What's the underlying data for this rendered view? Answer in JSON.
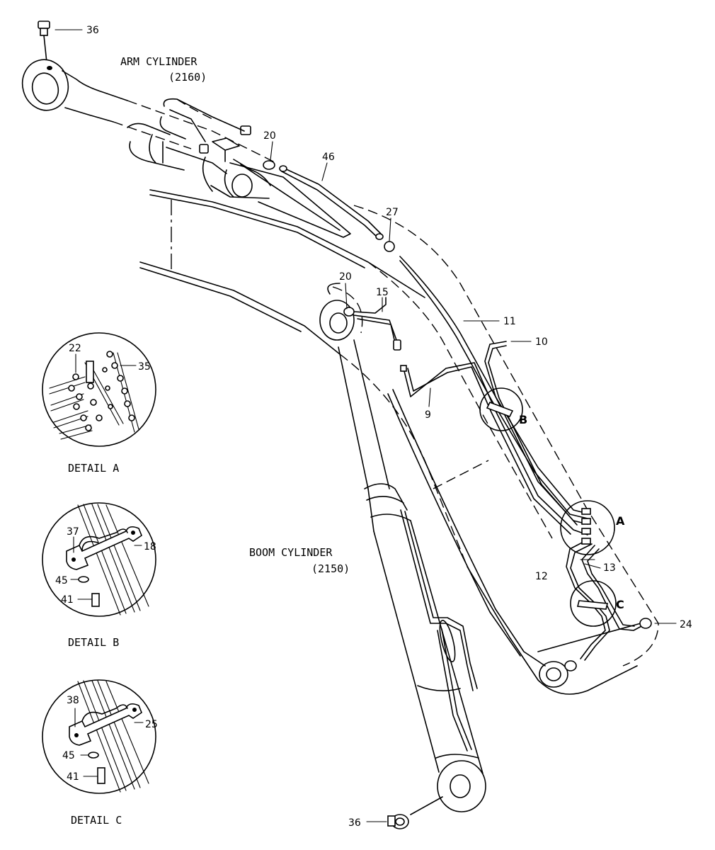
{
  "assemblies": {
    "arm_cylinder": {
      "name": "ARM CYLINDER",
      "code": "(2160)"
    },
    "boom_cylinder": {
      "name": "BOOM CYLINDER",
      "code": "(2150)"
    }
  },
  "details": {
    "a": {
      "title": "DETAIL A",
      "callouts": [
        "22",
        "35"
      ]
    },
    "b": {
      "title": "DETAIL B",
      "callouts": [
        "37",
        "18",
        "45",
        "41"
      ]
    },
    "c": {
      "title": "DETAIL C",
      "callouts": [
        "38",
        "25",
        "45",
        "41"
      ]
    }
  },
  "detail_markers": {
    "a": "A",
    "b": "B",
    "c": "C"
  },
  "callouts": {
    "p36_top": "36",
    "p36_bottom": "36",
    "p20_top": "20",
    "p20_mid": "20",
    "p46": "46",
    "p27": "27",
    "p15": "15",
    "p11": "11",
    "p10": "10",
    "p9": "9",
    "p12": "12",
    "p13": "13",
    "p24": "24"
  }
}
